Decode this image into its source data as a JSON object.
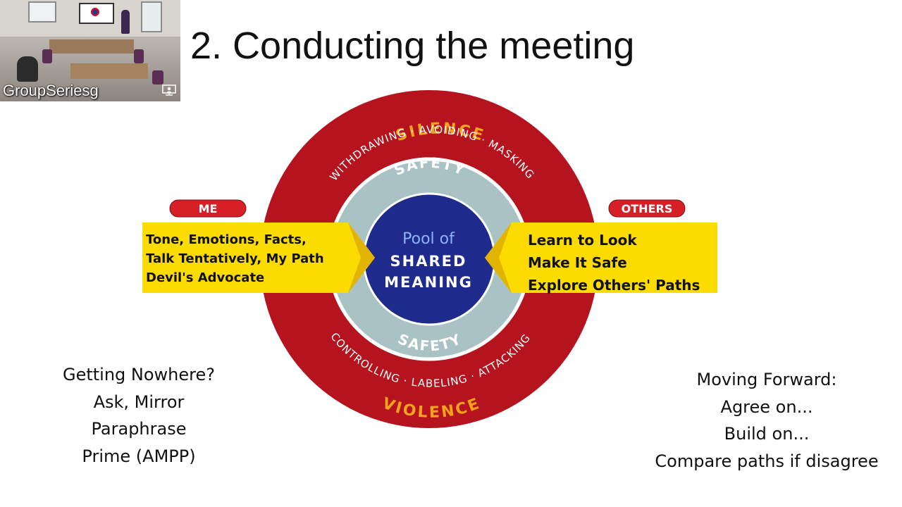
{
  "video": {
    "caption": "GroupSeriesg",
    "icon": "presenter-icon"
  },
  "slide": {
    "title": "2. Conducting the meeting"
  },
  "diagram": {
    "outer_top": "SILENCE",
    "outer_top_sub": "WITHDRAWING · AVOIDING · MASKING",
    "outer_bottom": "VIOLENCE",
    "outer_bottom_sub": "CONTROLLING · LABELING · ATTACKING",
    "middle_top": "SAFETY",
    "middle_bottom": "SAFETY",
    "center_line1": "Pool of",
    "center_line2": "SHARED",
    "center_line3": "MEANING",
    "left_tag": "ME",
    "right_tag": "OTHERS",
    "left_lines": [
      "Tone, Emotions, Facts,",
      "Talk Tentatively, My Path",
      "Devil's Advocate"
    ],
    "right_lines": [
      "Learn to Look",
      "Make It Safe",
      "Explore Others' Paths"
    ],
    "colors": {
      "outer_ring": "#b5141e",
      "middle_ring": "#a9c3c4",
      "center": "#1e2a8c",
      "banner": "#fcdc00",
      "ring_text": "#f6a21a",
      "tag": "#d61f26"
    }
  },
  "notes": {
    "left": [
      "Getting Nowhere?",
      "Ask, Mirror",
      "Paraphrase",
      "Prime (AMPP)"
    ],
    "right": [
      "Moving Forward:",
      "Agree on...",
      "Build on...",
      "Compare paths if disagree"
    ]
  }
}
